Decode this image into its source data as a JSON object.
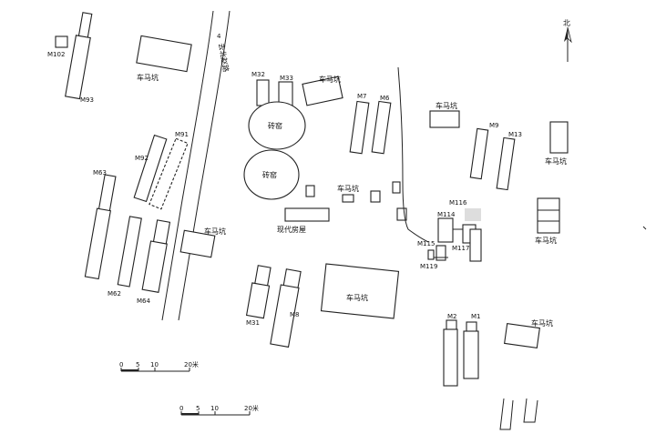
{
  "map": {
    "north_label": "北",
    "road_label": "去北赵路",
    "features": {
      "chemakeng": "车马坑",
      "kiln": "砖窑",
      "modern_house": "现代房屋"
    },
    "tombs": {
      "m102": "M102",
      "m93": "M93",
      "m32": "M32",
      "m33": "M33",
      "m7": "M7",
      "m6": "M6",
      "m9": "M9",
      "m13": "M13",
      "m91": "M91",
      "m92": "M92",
      "m63": "M63",
      "m62": "M62",
      "m64": "M64",
      "m31": "M31",
      "m8": "M8",
      "m114": "M114",
      "m115": "M115",
      "m116": "M116",
      "m117": "M117",
      "m119": "M119",
      "m2": "M2",
      "m1": "M1"
    },
    "scale_bars": [
      {
        "ticks": [
          "0",
          "5",
          "10",
          "20米"
        ]
      },
      {
        "ticks": [
          "0",
          "5",
          "10",
          "20米"
        ]
      }
    ]
  }
}
